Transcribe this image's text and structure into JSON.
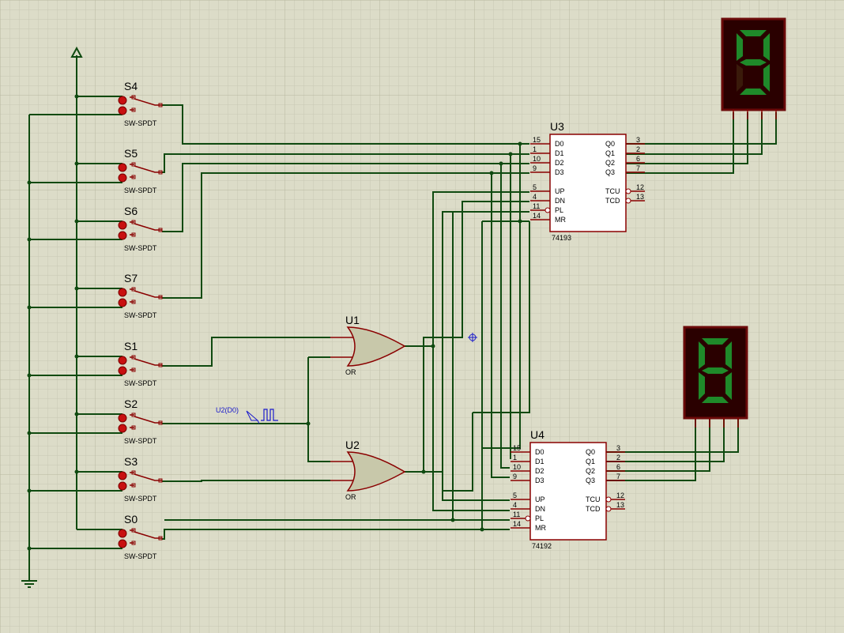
{
  "switches": {
    "type_label": "SW-SPDT",
    "names": [
      "S4",
      "S5",
      "S6",
      "S7",
      "S1",
      "S2",
      "S3",
      "S0"
    ]
  },
  "gates": {
    "u1": {
      "ref": "U1",
      "type": "OR"
    },
    "u2": {
      "ref": "U2",
      "type": "OR"
    }
  },
  "generator": {
    "label": "U2(D0)"
  },
  "counters": {
    "u3": {
      "ref": "U3",
      "part": "74193",
      "left_pins": [
        {
          "num": "15",
          "name": "D0"
        },
        {
          "num": "1",
          "name": "D1"
        },
        {
          "num": "10",
          "name": "D2"
        },
        {
          "num": "9",
          "name": "D3"
        },
        {
          "num": "5",
          "name": "UP"
        },
        {
          "num": "4",
          "name": "DN"
        },
        {
          "num": "11",
          "name": "PL"
        },
        {
          "num": "14",
          "name": "MR"
        }
      ],
      "right_pins": [
        {
          "num": "3",
          "name": "Q0"
        },
        {
          "num": "2",
          "name": "Q1"
        },
        {
          "num": "6",
          "name": "Q2"
        },
        {
          "num": "7",
          "name": "Q3"
        },
        {
          "num": "12",
          "name": "TCU"
        },
        {
          "num": "13",
          "name": "TCD"
        }
      ]
    },
    "u4": {
      "ref": "U4",
      "part": "74192",
      "left_pins": [
        {
          "num": "15",
          "name": "D0"
        },
        {
          "num": "1",
          "name": "D1"
        },
        {
          "num": "10",
          "name": "D2"
        },
        {
          "num": "9",
          "name": "D3"
        },
        {
          "num": "5",
          "name": "UP"
        },
        {
          "num": "4",
          "name": "DN"
        },
        {
          "num": "11",
          "name": "PL"
        },
        {
          "num": "14",
          "name": "MR"
        }
      ],
      "right_pins": [
        {
          "num": "3",
          "name": "Q0"
        },
        {
          "num": "2",
          "name": "Q1"
        },
        {
          "num": "6",
          "name": "Q2"
        },
        {
          "num": "7",
          "name": "Q3"
        },
        {
          "num": "12",
          "name": "TCU"
        },
        {
          "num": "13",
          "name": "TCD"
        }
      ]
    }
  },
  "displays": {
    "top": {
      "digit": "9"
    },
    "bottom": {
      "digit": "8"
    }
  },
  "colors": {
    "background": "#dcdcc8",
    "grid": "#c8c8b4",
    "wire": "#0f4a10",
    "pin_lead": "#8a0000",
    "gate_fill": "#c8c8aa",
    "chip_fill": "#ffffff",
    "display_frame": "#6b0a0a",
    "display_bg": "#2a0000",
    "segment_on": "#1f8a2a",
    "segment_off": "#3a1a0a",
    "switch_red": "#c81010",
    "generator_label": "#1a1acc"
  }
}
